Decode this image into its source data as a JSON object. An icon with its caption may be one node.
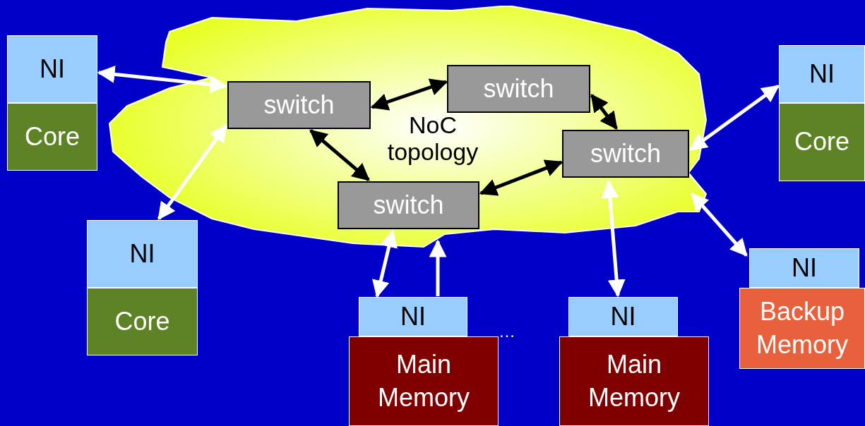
{
  "diagram": {
    "nodes": [
      {
        "text": [
          "NoC topology"
        ]
      },
      {
        "text": [
          "NI"
        ]
      },
      {
        "text": [
          "Core"
        ]
      },
      {
        "text": [
          "switch"
        ],
        "in": 0
      },
      {
        "text": [
          "switch"
        ],
        "in": 0
      },
      {
        "text": [
          "switch"
        ],
        "in": 0
      },
      {
        "text": [
          "switch"
        ],
        "in": 0
      },
      {
        "text": [
          "NI"
        ]
      },
      {
        "text": [
          "Core"
        ]
      },
      {
        "text": [
          "NI"
        ]
      },
      {
        "text": [
          "Core"
        ]
      },
      {
        "text": [
          "NI"
        ]
      },
      {
        "text": [
          "Main Memory"
        ]
      },
      {
        "text": [
          "NI"
        ]
      },
      {
        "text": [
          "Main Memory"
        ]
      },
      {
        "text": [
          "NI"
        ]
      },
      {
        "text": [
          "Backup Memory"
        ]
      }
    ],
    "edges": [
      {
        "from": 1,
        "to": 3,
        "arrow": "both"
      },
      {
        "from": 3,
        "to": 9,
        "arrow": "both"
      },
      {
        "from": 3,
        "to": 4,
        "arrow": "both",
        "color": "#000000"
      },
      {
        "from": 3,
        "to": 6,
        "arrow": "both",
        "color": "#000000"
      },
      {
        "from": 4,
        "to": 5,
        "arrow": "both",
        "color": "#000000"
      },
      {
        "from": 5,
        "to": 6,
        "arrow": "both",
        "color": "#000000"
      },
      {
        "from": 5,
        "to": 7,
        "arrow": "both"
      },
      {
        "from": 0,
        "to": 15,
        "arrow": "both"
      },
      {
        "from": 6,
        "to": 11,
        "arrow": "both"
      },
      {
        "from": 11,
        "to": 0,
        "arrow": "to"
      },
      {
        "from": 5,
        "to": 13,
        "arrow": "both"
      }
    ],
    "labels": [
      "…"
    ]
  }
}
